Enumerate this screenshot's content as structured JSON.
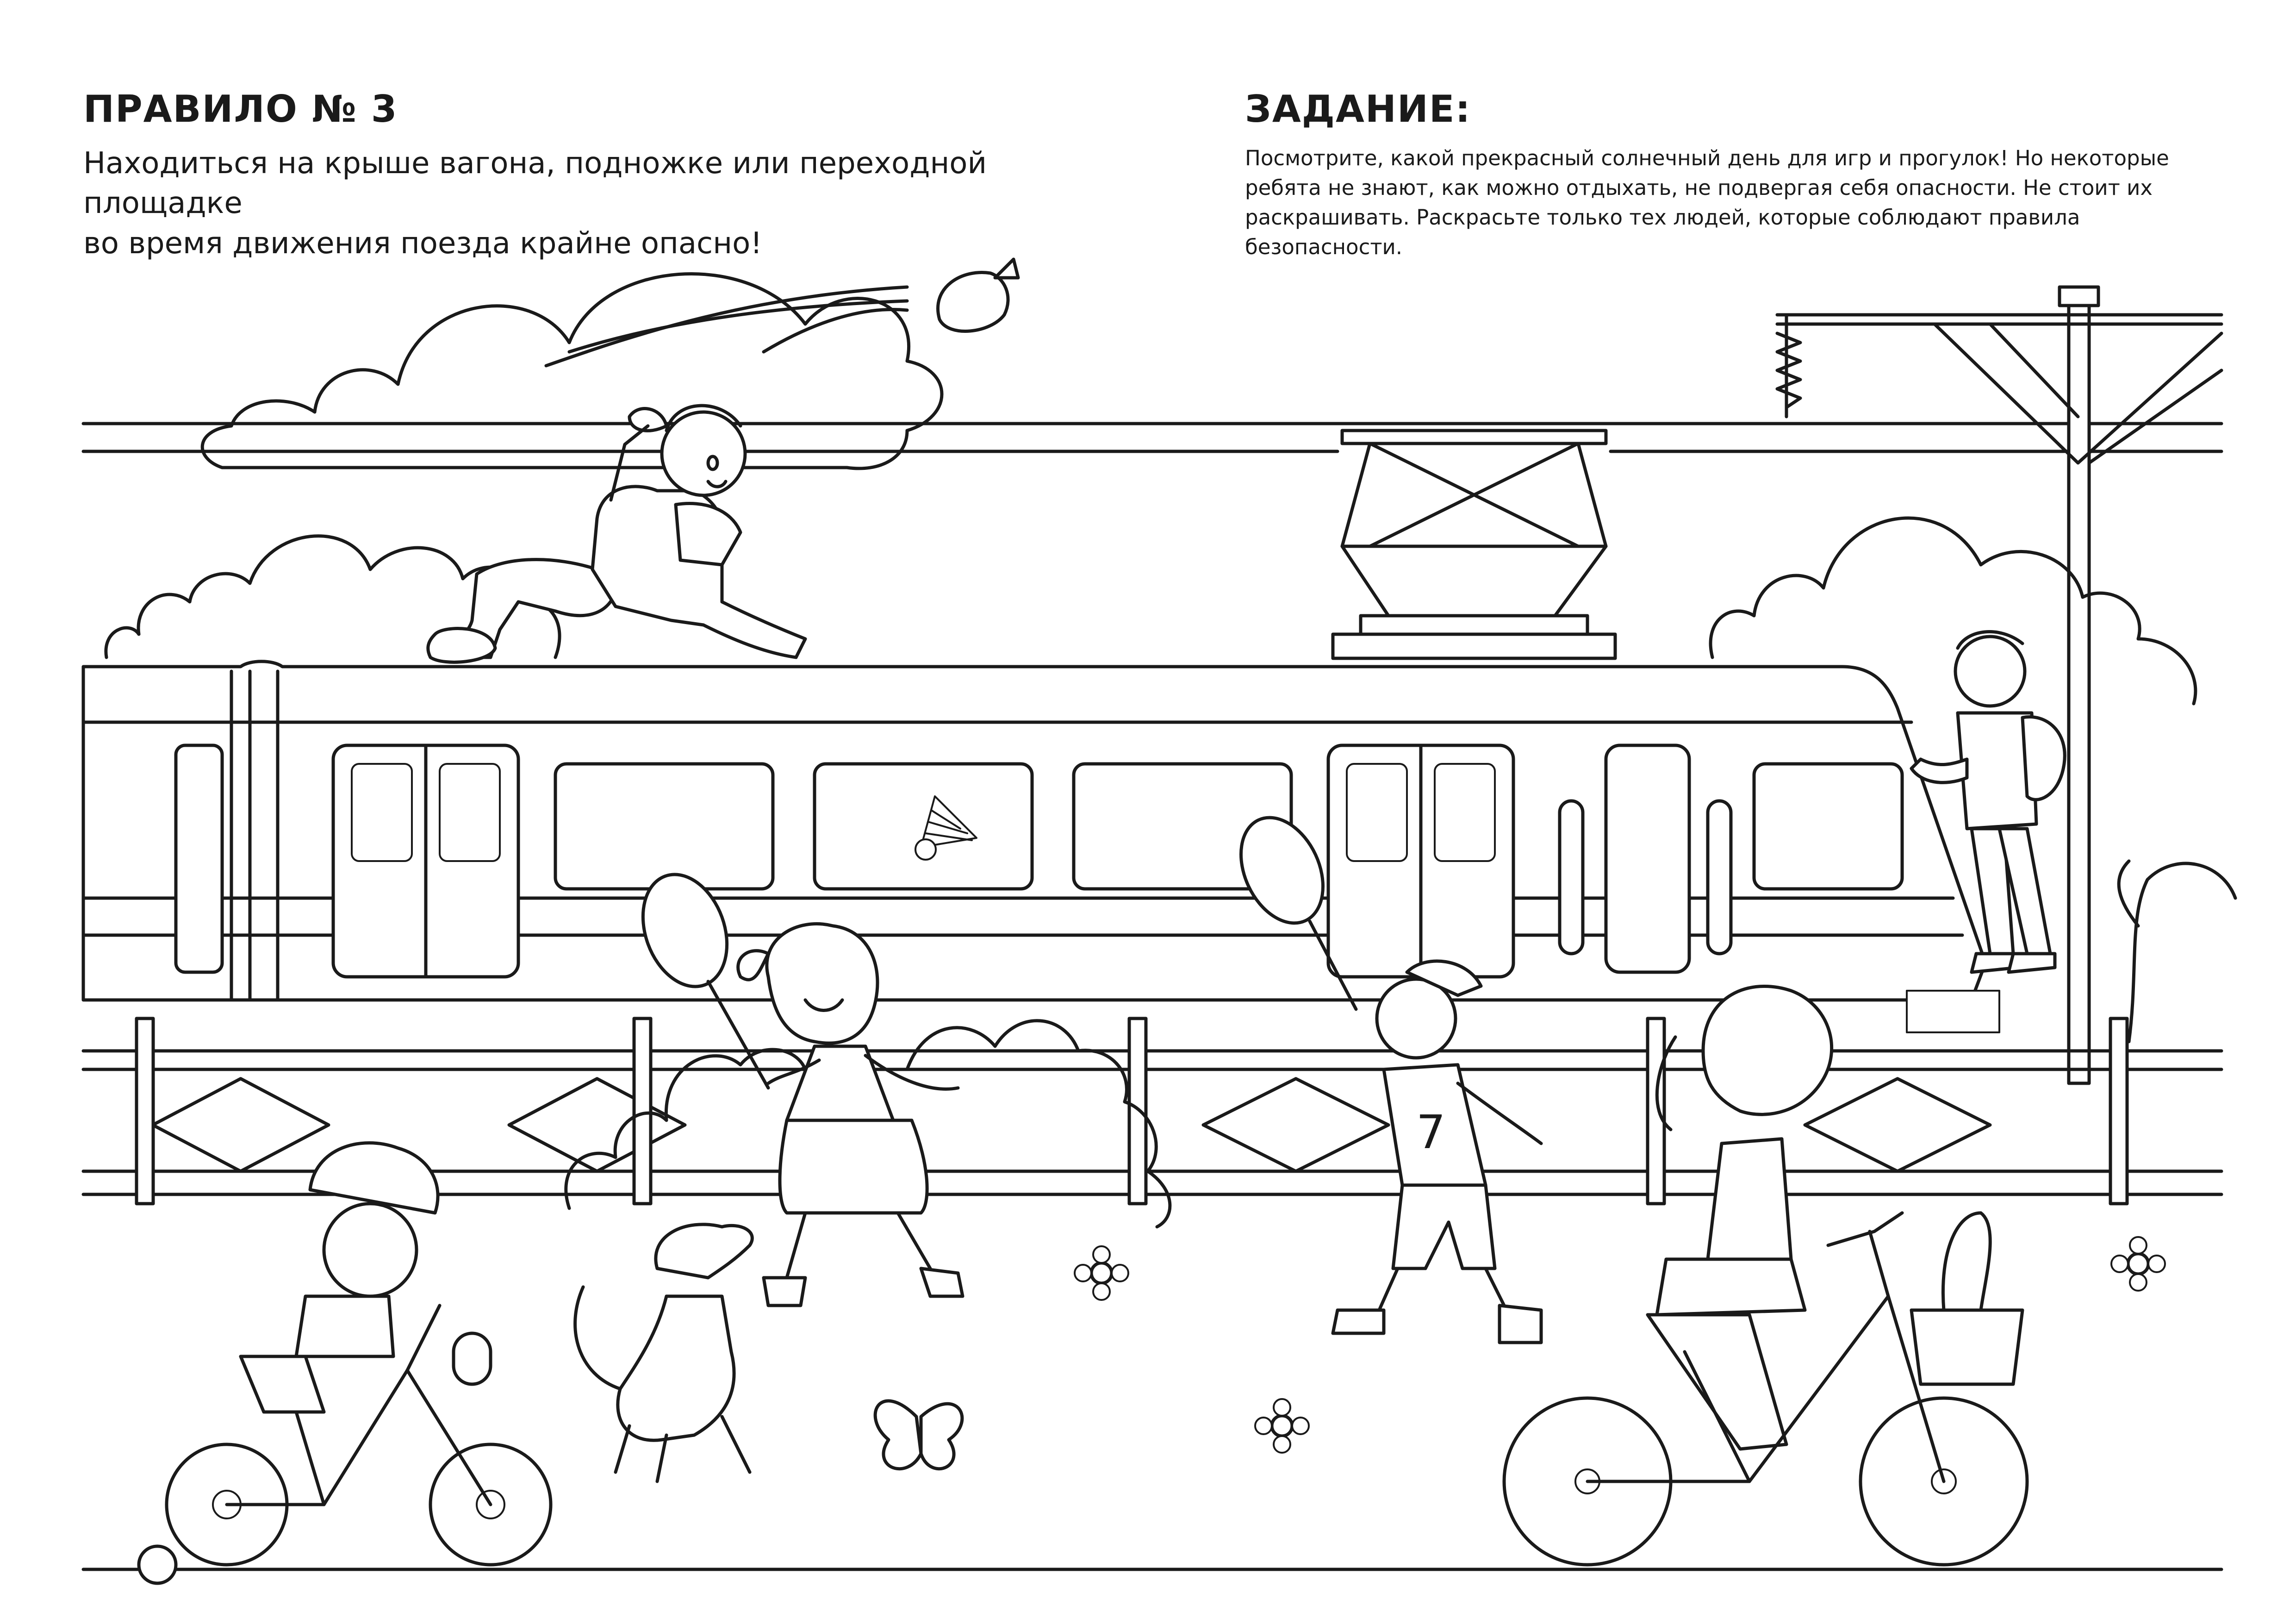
{
  "rule": {
    "title": "ПРАВИЛО № 3",
    "text_line1": "Находиться на крыше вагона, подножке или переходной площадке",
    "text_line2": "во время движения поезда крайне опасно!"
  },
  "task": {
    "title": "ЗАДАНИЕ:",
    "text_line1": "Посмотрите, какой прекрасный солнечный день для игр и прогулок! Но некоторые",
    "text_line2": "ребята не знают, как можно отдыхать, не подвергая себя опасности. Не стоит их",
    "text_line3": "раскрашивать. Раскрасьте только тех людей, которые соблюдают правила безопасности."
  },
  "illustration": {
    "style": "black line-art coloring page",
    "jersey_number": "7"
  },
  "colors": {
    "ink": "#1a1a1a",
    "paper": "#ffffff"
  }
}
